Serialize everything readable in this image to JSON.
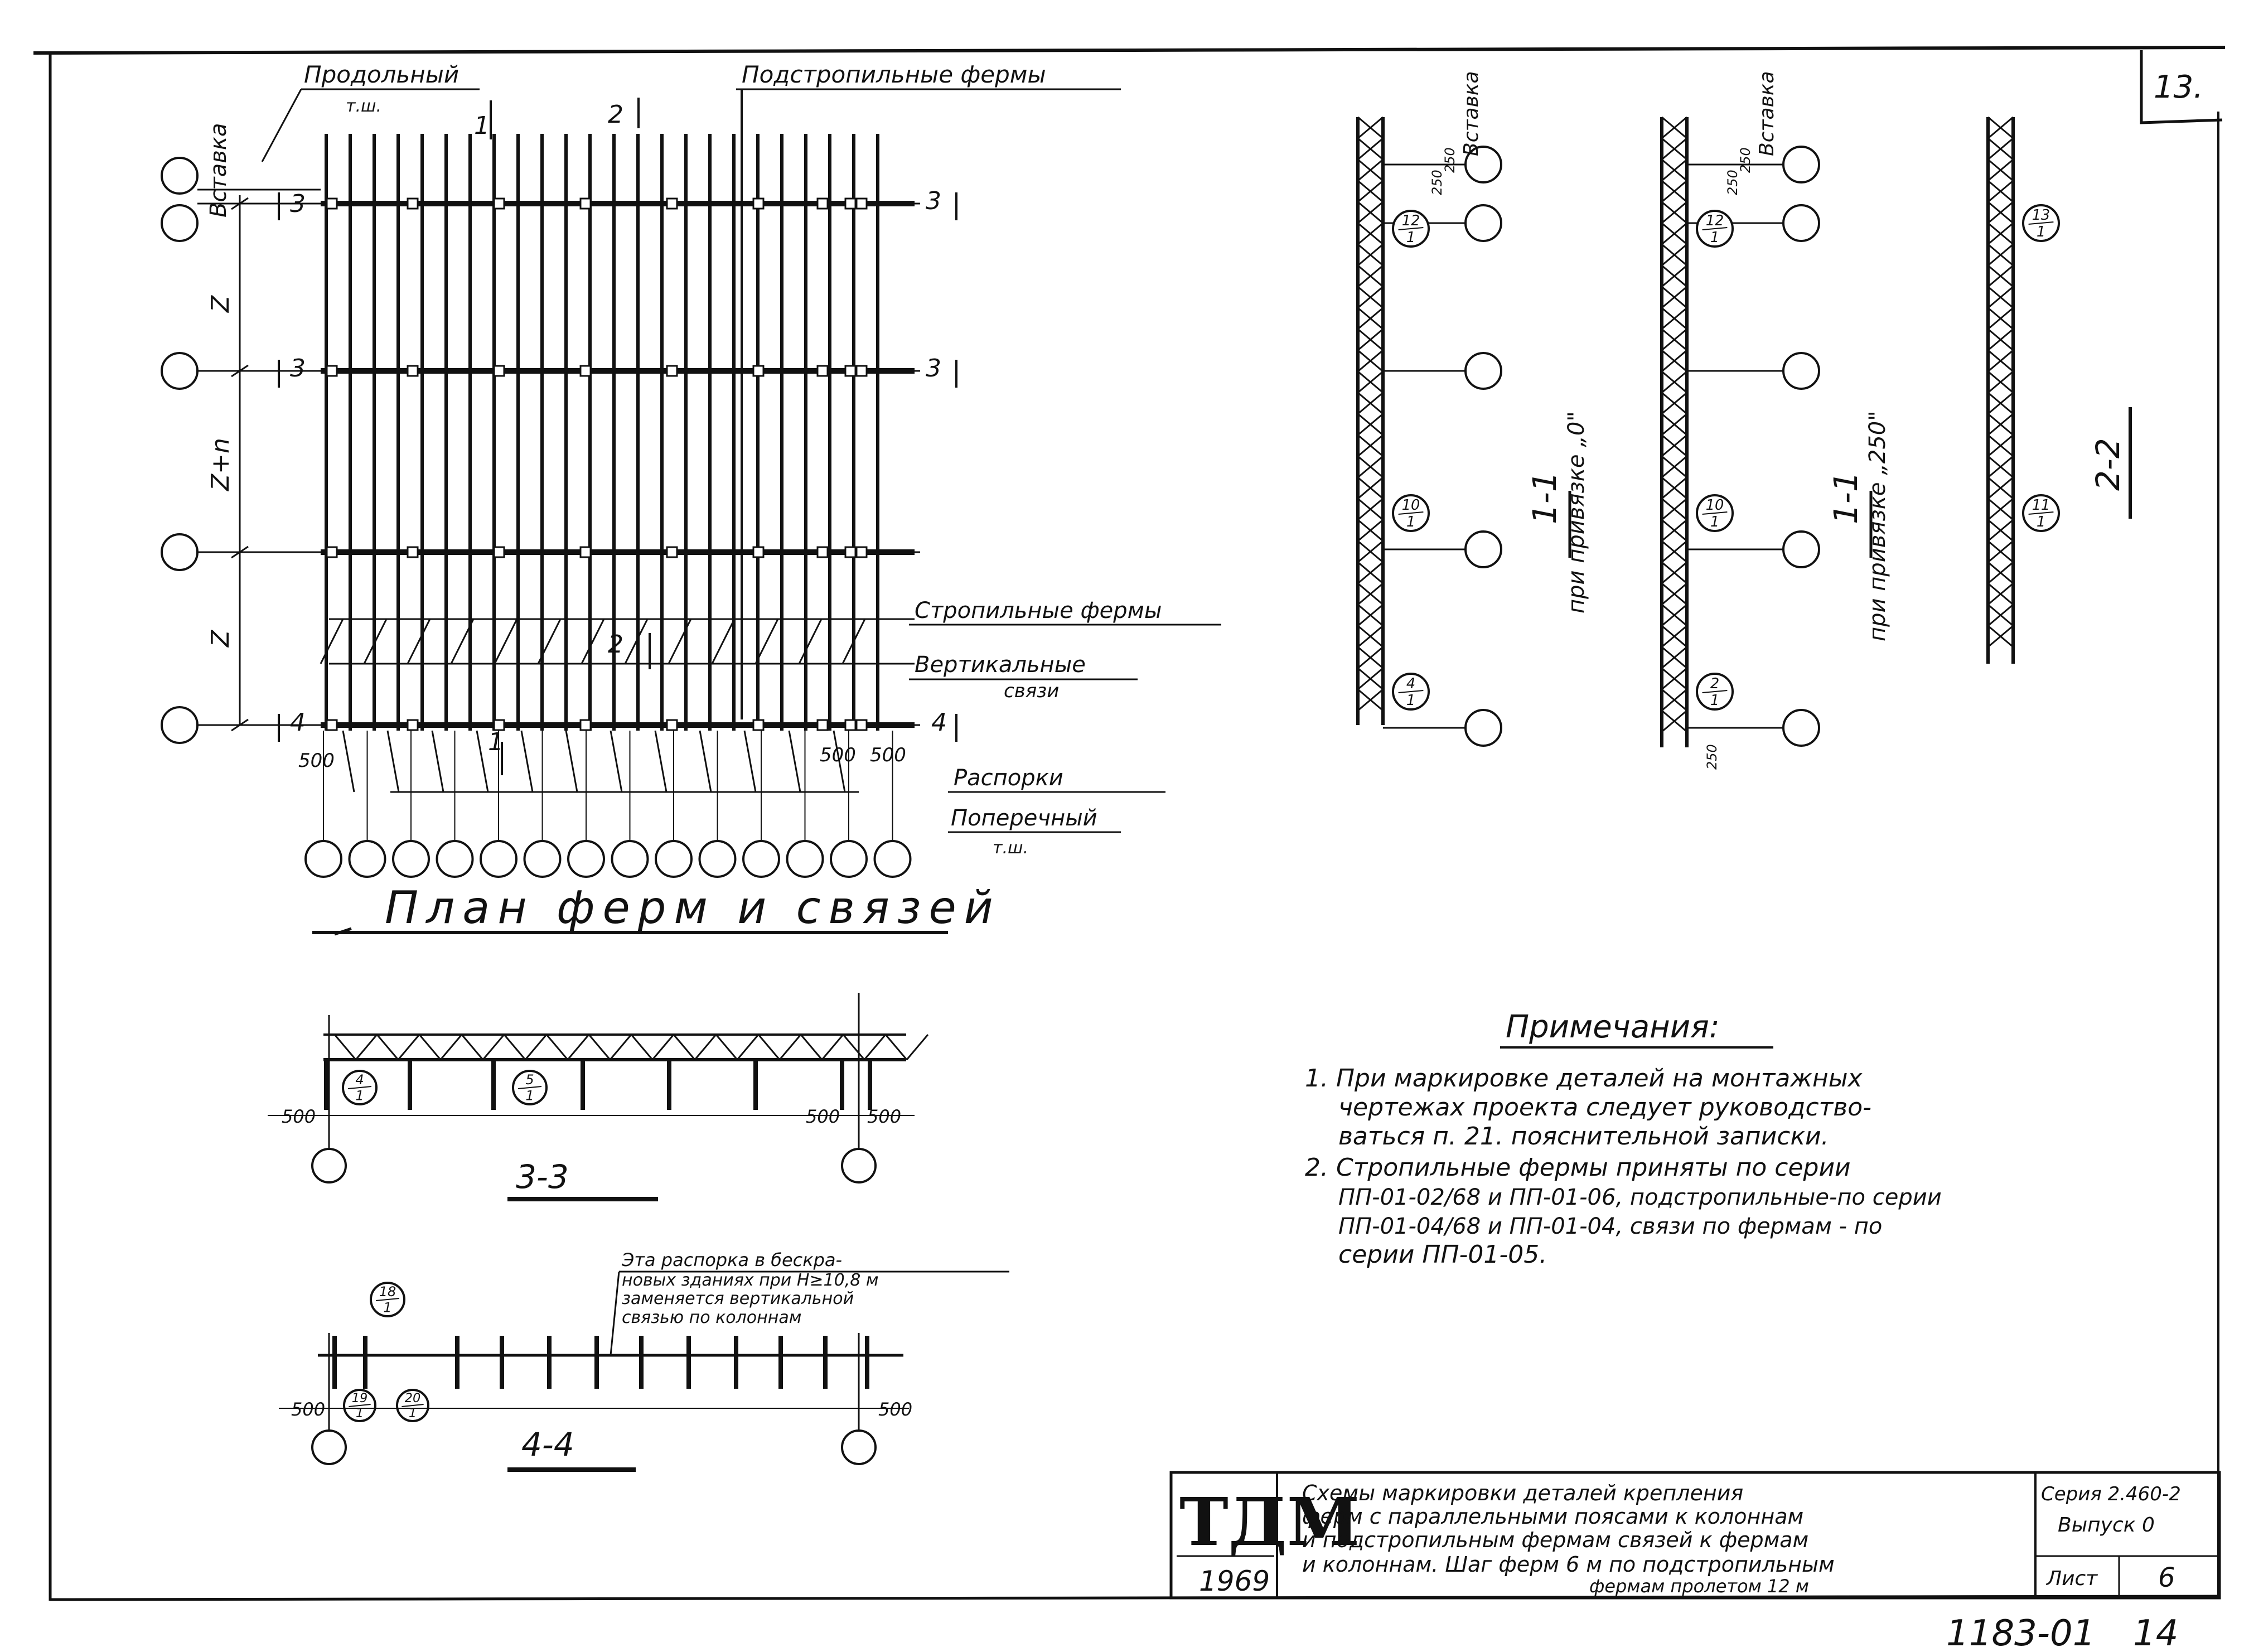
{
  "sheet_mark": "13.",
  "plan": {
    "title": "План ферм и связей",
    "label_longitudinal": "Продольный",
    "label_longitudinal_sub": "т.ш.",
    "label_sub_trusses": "Подстропильные фермы",
    "label_insert": "Вставка",
    "label_rafter_trusses": "Стропильные фермы",
    "label_vertical_line1": "Вертикальные",
    "label_vertical_line2": "связи",
    "label_struts": "Распорки",
    "label_transverse": "Поперечный",
    "label_transverse_sub": "т.ш.",
    "dims": [
      "Z",
      "Z+n",
      "Z"
    ],
    "dim_500_left": "500",
    "dim_500_right_a": "500",
    "dim_500_right_b": "500",
    "section_marks": [
      "1",
      "2",
      "3",
      "3",
      "3",
      "3",
      "4",
      "4",
      "2",
      "1"
    ]
  },
  "sections": {
    "s1a_title": "1-1",
    "s1a_sub": "при привязке „0\"",
    "s1b_title": "1-1",
    "s1b_sub": "при привязке „250\"",
    "s2_title": "2-2",
    "s1a_callouts": [
      "12/1",
      "10/1",
      "4/1"
    ],
    "s1b_callouts": [
      "12/1",
      "10/1",
      "2/1"
    ],
    "s2_callouts": [
      "13/1",
      "11/1"
    ],
    "dim_250": "250",
    "insert_label": "Вставка"
  },
  "section33": {
    "title": "3-3",
    "callouts": [
      "4/1",
      "5/1"
    ],
    "dim_left": "500",
    "dim_right_a": "500",
    "dim_right_b": "500"
  },
  "section44": {
    "title": "4-4",
    "callouts": [
      "18/1",
      "19/1",
      "20/1"
    ],
    "note_lines": [
      "Эта распорка в бескра-",
      "новых зданиях при Н≥10,8 м",
      "заменяется вертикальной",
      "связью по колоннам"
    ],
    "dim_left": "500",
    "dim_right": "500"
  },
  "notes": {
    "heading": "Примечания:",
    "lines": [
      "1. При маркировке деталей на монтажных",
      "чертежах проекта следует руководство-",
      "ваться п. 21. пояснительной записки.",
      "2. Стропильные фермы приняты по серии",
      "ПП-01-02/68 и ПП-01-06, подстропильные-по серии",
      "ПП-01-04/68 и ПП-01-04, связи по фермам - по",
      "серии ПП-01-05."
    ]
  },
  "title_block": {
    "org": "ТДМ",
    "year": "1969",
    "description_lines": [
      "Схемы маркировки деталей крепления",
      "ферм с параллельными поясами к колоннам",
      "и подстропильным фермам связей к фермам",
      "и колоннам. Шаг ферм 6 м по подстропильным",
      "фермам пролетом 12 м"
    ],
    "series": "Серия 2.460-2",
    "issue": "Выпуск 0",
    "sheet_label": "Лист",
    "sheet_number": "6"
  },
  "drawing_number": "1183-01",
  "page_number": "14"
}
